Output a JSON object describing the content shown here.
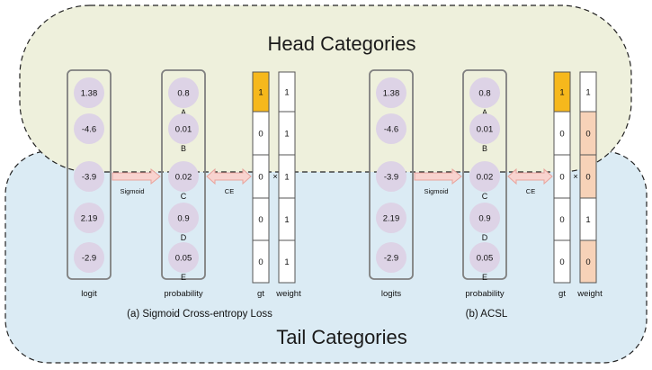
{
  "head_title": "Head Categories",
  "tail_title": "Tail Categories",
  "panels": [
    {
      "caption": "(a) Sigmoid Cross-entropy Loss",
      "logits": [
        "1.38",
        "-4.6",
        "-3.9",
        "2.19",
        "-2.9"
      ],
      "probabilities": [
        "0.8",
        "0.01",
        "0.02",
        "0.9",
        "0.05"
      ],
      "letters": [
        "A",
        "B",
        "C",
        "D",
        "E"
      ],
      "gt": [
        "1",
        "0",
        "0",
        "0",
        "0"
      ],
      "weights": [
        "1",
        "1",
        "1",
        "1",
        "1"
      ],
      "logit_label": "logit",
      "prob_label": "probability",
      "gt_label": "gt",
      "weight_label": "weight",
      "sigmoid_label": "Sigmoid",
      "ce_label": "CE",
      "times": "×"
    },
    {
      "caption": "(b) ACSL",
      "logits": [
        "1.38",
        "-4.6",
        "-3.9",
        "2.19",
        "-2.9"
      ],
      "probabilities": [
        "0.8",
        "0.01",
        "0.02",
        "0.9",
        "0.05"
      ],
      "letters": [
        "A",
        "B",
        "C",
        "D",
        "E"
      ],
      "gt": [
        "1",
        "0",
        "0",
        "0",
        "0"
      ],
      "weights": [
        "1",
        "0",
        "0",
        "1",
        "0"
      ],
      "logit_label": "logits",
      "prob_label": "probability",
      "gt_label": "gt",
      "weight_label": "weight",
      "sigmoid_label": "Sigmoid",
      "ce_label": "CE",
      "times": "×"
    }
  ],
  "colors": {
    "head_bg": "#eef0dc",
    "tail_bg": "#dbebf4",
    "circle": "#ddd3e6",
    "gt_positive": "#f6b81c",
    "weight_zero": "#f7d2b8",
    "arrow_fill": "#f8d3cf",
    "arrow_stroke": "#e8a49c"
  }
}
